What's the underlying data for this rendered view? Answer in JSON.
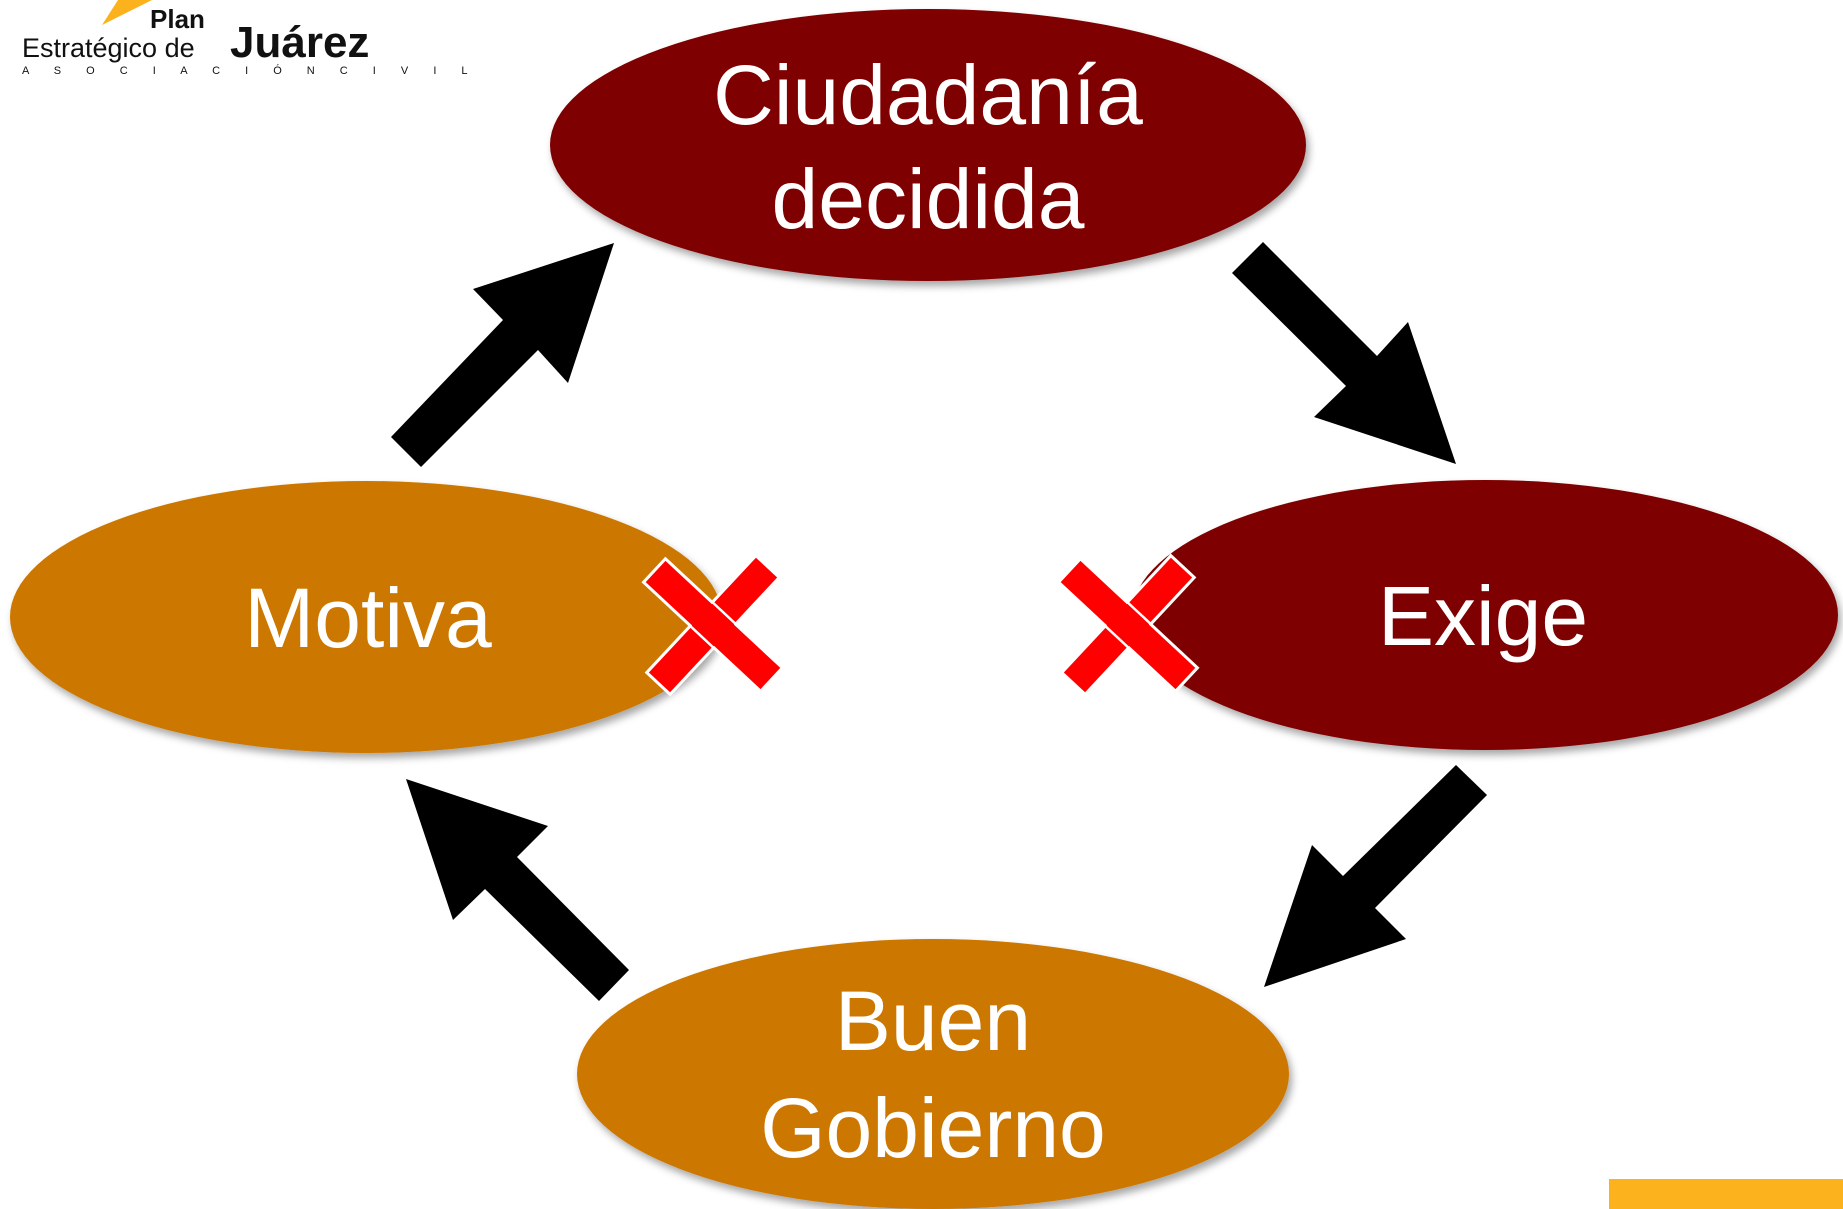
{
  "logo": {
    "line1": "Plan",
    "line2a": "Estratégico de",
    "line2b": "Juárez",
    "line3": "A S O C I A C I Ó N   C I V I L"
  },
  "nodes": {
    "top": {
      "line1": "Ciudadanía",
      "line2": "decidida"
    },
    "right": {
      "label": "Exige"
    },
    "bottom": {
      "line1": "Buen",
      "line2": "Gobierno"
    },
    "left": {
      "label": "Motiva"
    }
  },
  "colors": {
    "dark_red": "#7f0000",
    "orange": "#cc7700",
    "arrow": "#000000",
    "cross": "#ff0000",
    "accent_bar": "#fbb21d"
  },
  "icons": [
    "cross-icon",
    "cross-icon"
  ]
}
